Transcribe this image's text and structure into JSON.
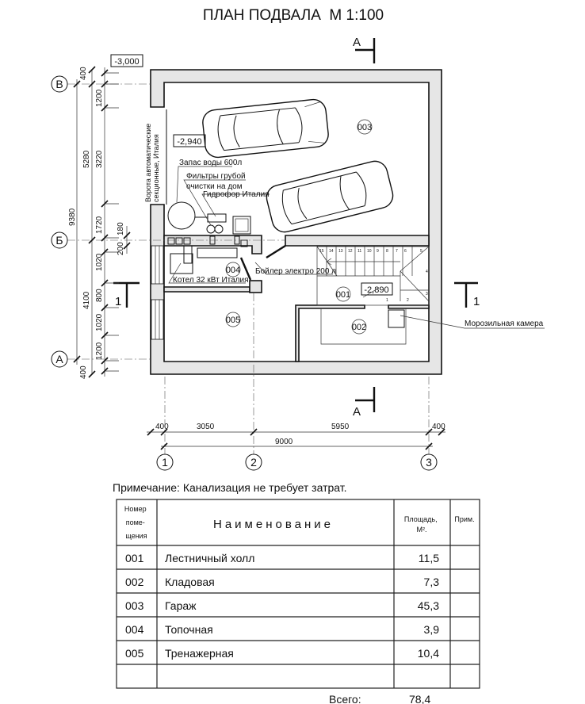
{
  "title": "ПЛАН ПОДВАЛА  М 1:100",
  "levels": {
    "top": "-3,000",
    "garage": "-2,940",
    "hall": "-2,890"
  },
  "section_marks": {
    "a_top": "А",
    "a_bottom": "А",
    "left": "1",
    "right": "1"
  },
  "axes": {
    "letters": [
      "В",
      "Б",
      "А"
    ],
    "numbers": [
      "1",
      "2",
      "3"
    ]
  },
  "dims_left": {
    "total": "9380",
    "upper": "5280",
    "lower": "4100",
    "chain": [
      "400",
      "1200",
      "3220",
      "1720",
      "1020",
      "800",
      "1020",
      "1200",
      "400"
    ],
    "wall_180": "180",
    "wall_200": "200"
  },
  "dims_bottom": {
    "chain": [
      "400",
      "3050",
      "5950",
      "400"
    ],
    "total": "9000"
  },
  "rooms": [
    "001",
    "002",
    "003",
    "004",
    "005"
  ],
  "annotations": {
    "gate": [
      "Ворота автоматические",
      "секционные, Италия"
    ],
    "water": "Запас воды 600л",
    "filters_1": "Фильтры грубой",
    "filters_2": "очистки на дом",
    "hydrophore": "Гидрофор Италия",
    "boiler_electric": "Бойлер электро 200 л",
    "boiler_gas": "Котел 32 кВт Италия",
    "freezer": "Морозильная камера"
  },
  "stair_numbers": [
    "15",
    "14",
    "13",
    "12",
    "11",
    "10",
    "9",
    "8",
    "7",
    "6",
    "5",
    "4",
    "3",
    "2",
    "1"
  ],
  "note": "Примечание: Канализация не требует затрат.",
  "table": {
    "headers": {
      "num": [
        "Номер",
        "поме-",
        "щения"
      ],
      "name": "Наименование",
      "area": [
        "Площадь,",
        "М²."
      ],
      "note": "Прим."
    },
    "rows": [
      {
        "num": "001",
        "name": "Лестничный холл",
        "area": "11,5"
      },
      {
        "num": "002",
        "name": "Кладовая",
        "area": "7,3"
      },
      {
        "num": "003",
        "name": "Гараж",
        "area": "45,3"
      },
      {
        "num": "004",
        "name": "Топочная",
        "area": "3,9"
      },
      {
        "num": "005",
        "name": "Тренажерная",
        "area": "10,4"
      }
    ],
    "total_label": "Всего:",
    "total_value": "78,4"
  }
}
